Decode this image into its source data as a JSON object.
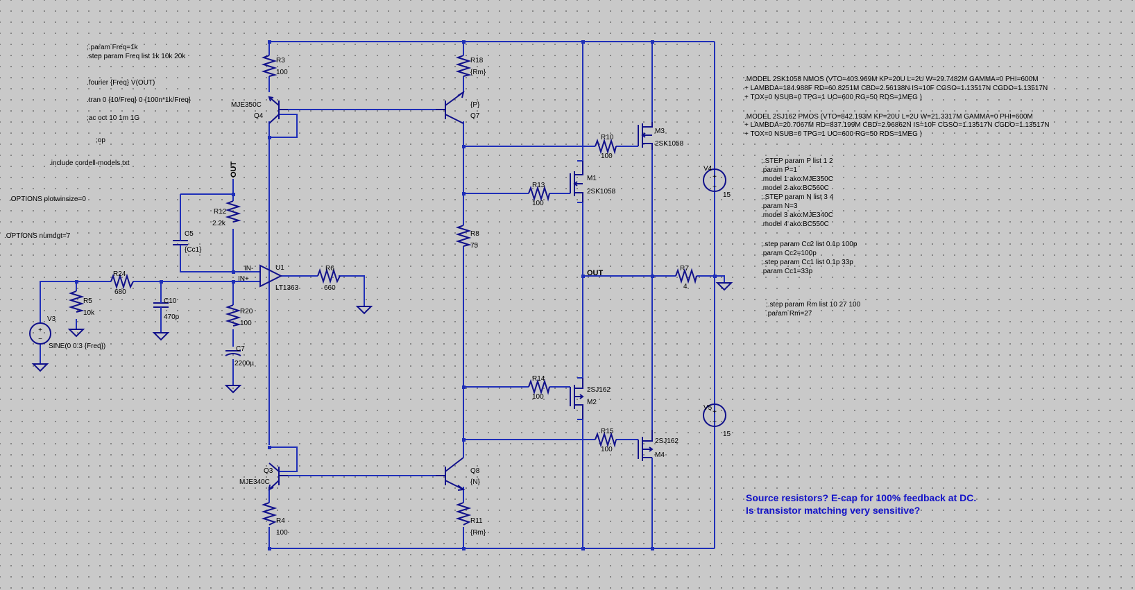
{
  "directives": [
    ";.param Freq=1k",
    ".step param Freq list 1k 10k 20k",
    ".fourier {Freq} V(OUT)",
    ".tran 0 {10/Freq} 0 {100n*1k/Freq}",
    ";ac oct 10 1m 1G",
    ";op",
    ".include cordell-models.txt",
    ".OPTIONS plotwinsize=0",
    ".OPTIONS numdgt=7"
  ],
  "models": [
    ".MODEL 2SK1058 NMOS (VTO=403.969M KP=20U L=2U W=29.7482M GAMMA=0 PHI=600M",
    "+ LAMBDA=184.988F RD=60.8251M CBD=2.56138N IS=10F CGSO=1.13517N CGDO=1.13517N",
    "+ TOX=0 NSUB=0 TPG=1 UO=600 RG=50 RDS=1MEG )",
    ".MODEL 2SJ162 PMOS (VTO=842.193M KP=20U L=2U W=21.3317M GAMMA=0 PHI=600M",
    "+ LAMBDA=20.7067M RD=837.199M CBD=2.96862N IS=10F CGSO=1.13517N CGDO=1.13517N",
    "+ TOX=0 NSUB=0 TPG=1 UO=600 RG=50 RDS=1MEG )"
  ],
  "params": [
    ";.STEP param P list 1 2",
    ".param P=1",
    ".model 1 ako:MJE350C",
    ".model 2 ako:BC560C",
    ";.STEP param N list 3 4",
    ".param N=3",
    ".model 3 ako:MJE340C",
    ".model 4 ako:BC550C",
    ";.step param Cc2 list 0.1p 100p",
    ".param Cc2=100p",
    ";.step param Cc1 list 0.1p 33p",
    ".param Cc1=33p",
    ";.step param Rm list 10 27 100",
    ".param Rm=27"
  ],
  "note": [
    "Source resistors? E-cap for 100% feedback at DC.",
    "Is transistor matching very sensitive?"
  ],
  "nets": {
    "out_vertical": "OUT",
    "out_horizontal": "OUT",
    "in_minus": "IN-",
    "in_plus": "IN+"
  },
  "components": {
    "R3": {
      "name": "R3",
      "value": "100"
    },
    "R18": {
      "name": "R18",
      "value": "{Rm}"
    },
    "Q4": {
      "name": "Q4",
      "model": "MJE350C"
    },
    "Q7": {
      "name": "Q7",
      "model": "{P}"
    },
    "M3": {
      "name": "M3",
      "model": "2SK1058"
    },
    "R10": {
      "name": "R10",
      "value": "100"
    },
    "M1": {
      "name": "M1",
      "model": "2SK1058"
    },
    "R13": {
      "name": "R13",
      "value": "100"
    },
    "V4": {
      "name": "V4",
      "value": "15"
    },
    "R12": {
      "name": "R12",
      "value": "2.2k"
    },
    "C5": {
      "name": "C5",
      "value": "{Cc1}"
    },
    "R8": {
      "name": "R8",
      "value": "75"
    },
    "U1": {
      "name": "U1",
      "model": "LT1363"
    },
    "R6": {
      "name": "R6",
      "value": "660"
    },
    "R24": {
      "name": "R24",
      "value": "680"
    },
    "R5": {
      "name": "R5",
      "value": "10k"
    },
    "C10": {
      "name": "C10",
      "value": "470p"
    },
    "V3": {
      "name": "V3",
      "value": "SINE(0 0.3 {Freq})"
    },
    "R20": {
      "name": "R20",
      "value": "100"
    },
    "C7": {
      "name": "C7",
      "value": "2200µ"
    },
    "R7": {
      "name": "R7",
      "value": "4"
    },
    "R14": {
      "name": "R14",
      "value": "100"
    },
    "M2": {
      "name": "M2",
      "model": "2SJ162"
    },
    "V5": {
      "name": "V5",
      "value": "15"
    },
    "R15": {
      "name": "R15",
      "value": "100"
    },
    "M4": {
      "name": "M4",
      "model": "2SJ162"
    },
    "Q3": {
      "name": "Q3",
      "model": "MJE340C"
    },
    "Q8": {
      "name": "Q8",
      "model": "{N}"
    },
    "R4": {
      "name": "R4",
      "value": "100"
    },
    "R11": {
      "name": "R11",
      "value": "{Rm}"
    }
  },
  "colors": {
    "wire": "#1f2fb8",
    "background": "#c9c9c9",
    "note": "#1212c8"
  }
}
